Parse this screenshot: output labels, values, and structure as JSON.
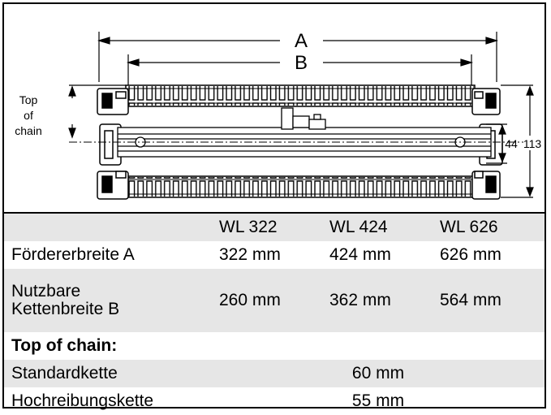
{
  "drawing": {
    "dimension_a": "A",
    "dimension_b": "B",
    "top_of_chain_line1": "Top",
    "top_of_chain_line2": "of",
    "top_of_chain_line3": "chain",
    "dimension_44": "44",
    "dimension_113": "113"
  },
  "table": {
    "header": [
      "",
      "WL 322",
      "WL 424",
      "WL 626"
    ],
    "rows": [
      {
        "label": "Fördererbreite A",
        "values": [
          "322 mm",
          "424 mm",
          "626 mm"
        ]
      },
      {
        "label_line1": "Nutzbare",
        "label_line2": "Kettenbreite B",
        "values": [
          "260 mm",
          "362 mm",
          "564 mm"
        ]
      }
    ],
    "section_title": "Top of chain:",
    "standard": {
      "label": "Standardkette",
      "value": "60 mm"
    },
    "high_friction": {
      "label": "Hochreibungskette",
      "value": "55 mm"
    }
  },
  "colors": {
    "row_shade": "#e6e6e6",
    "line": "#000000"
  }
}
